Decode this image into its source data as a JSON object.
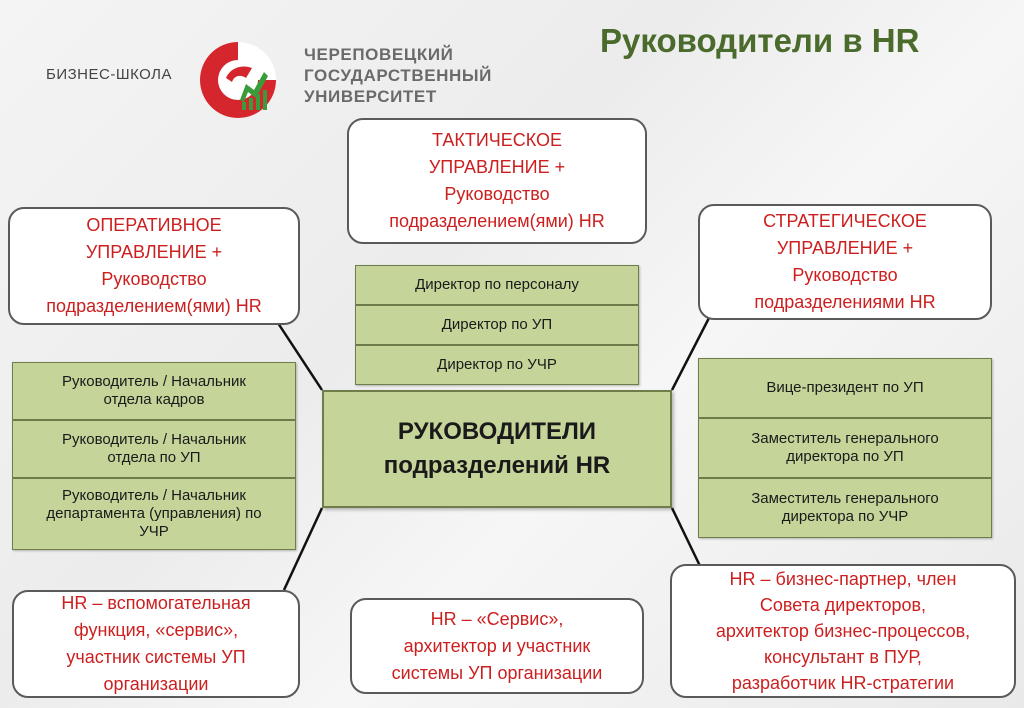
{
  "header": {
    "school": "БИЗНЕС-ШКОЛА",
    "university_lines": [
      "ЧЕРЕПОВЕЦКИЙ",
      "ГОСУДАРСТВЕННЫЙ",
      "УНИВЕРСИТЕТ"
    ],
    "title": "Руководители в HR",
    "logo_colors": {
      "red": "#d6262d",
      "green": "#3a9b3a"
    }
  },
  "center": {
    "lines": [
      "РУКОВОДИТЕЛИ",
      "подразделений HR"
    ]
  },
  "boxes": {
    "top_center": {
      "lines": [
        "ТАКТИЧЕСКОЕ",
        "УПРАВЛЕНИЕ +",
        "Руководство",
        "подразделением(ями) HR"
      ]
    },
    "top_left": {
      "lines": [
        "ОПЕРАТИВНОЕ",
        "УПРАВЛЕНИЕ +",
        "Руководство",
        "подразделением(ями) HR"
      ]
    },
    "top_right": {
      "lines": [
        "СТРАТЕГИЧЕСКОЕ",
        "УПРАВЛЕНИЕ +",
        "Руководство",
        "подразделениями HR"
      ]
    },
    "bottom_left": {
      "lines": [
        "HR – вспомогательная",
        "функция, «сервис»,",
        "участник системы УП",
        "организации"
      ]
    },
    "bottom_center": {
      "lines": [
        "HR – «Сервис»,",
        "архитектор и участник",
        "системы УП организации"
      ]
    },
    "bottom_right": {
      "lines": [
        "HR – бизнес-партнер, член",
        "Совета директоров,",
        "архитектор бизнес-процессов,",
        "консультант в ПУР,",
        "разработчик HR-стратегии"
      ]
    }
  },
  "roles": {
    "center": [
      "Директор по персоналу",
      "Директор по УП",
      "Директор по УЧР"
    ],
    "left": [
      [
        "Руководитель / Начальник",
        "отдела кадров"
      ],
      [
        "Руководитель / Начальник",
        "отдела по УП"
      ],
      [
        "Руководитель / Начальник",
        "департамента (управления) по",
        "УЧР"
      ]
    ],
    "right": [
      [
        "Вице-президент по УП"
      ],
      [
        "Заместитель генерального",
        "директора по УП"
      ],
      [
        "Заместитель генерального",
        "директора по УЧР"
      ]
    ]
  },
  "colors": {
    "accent_green": "#4a6b2b",
    "cell_green": "#c5d59a",
    "red_text": "#cc1f1f"
  }
}
